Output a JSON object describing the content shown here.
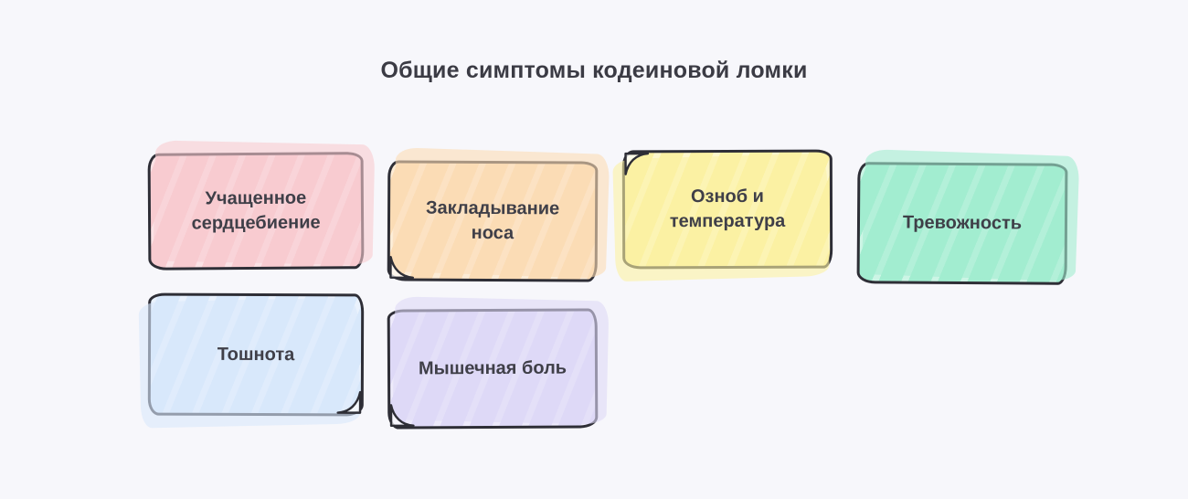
{
  "page": {
    "background": "#f7f7fb",
    "ink": "#2e2e36"
  },
  "title": "Общие симптомы кодеиновой ломки",
  "cards": [
    {
      "label": "Учащенное сердцебиение",
      "fill": "#f8cbd0"
    },
    {
      "label": "Закладывание носа",
      "fill": "#fbdcb5"
    },
    {
      "label": "Озноб и температура",
      "fill": "#fbf1a3"
    },
    {
      "label": "Тревожность",
      "fill": "#a2edd0"
    },
    {
      "label": "Тошнота",
      "fill": "#d8e8fb"
    },
    {
      "label": "Мышечная боль",
      "fill": "#ded9f7"
    }
  ]
}
